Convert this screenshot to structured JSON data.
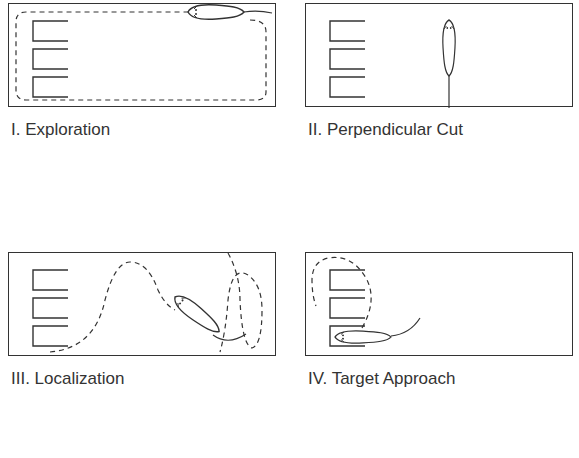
{
  "diagram": {
    "nodes": [
      {
        "text": [
          "I. Exploration"
        ]
      },
      {
        "text": [
          "II. Perpendicular Cut"
        ]
      },
      {
        "text": [
          "III. Localization"
        ]
      },
      {
        "text": [
          "IV. Target Approach"
        ]
      }
    ]
  }
}
